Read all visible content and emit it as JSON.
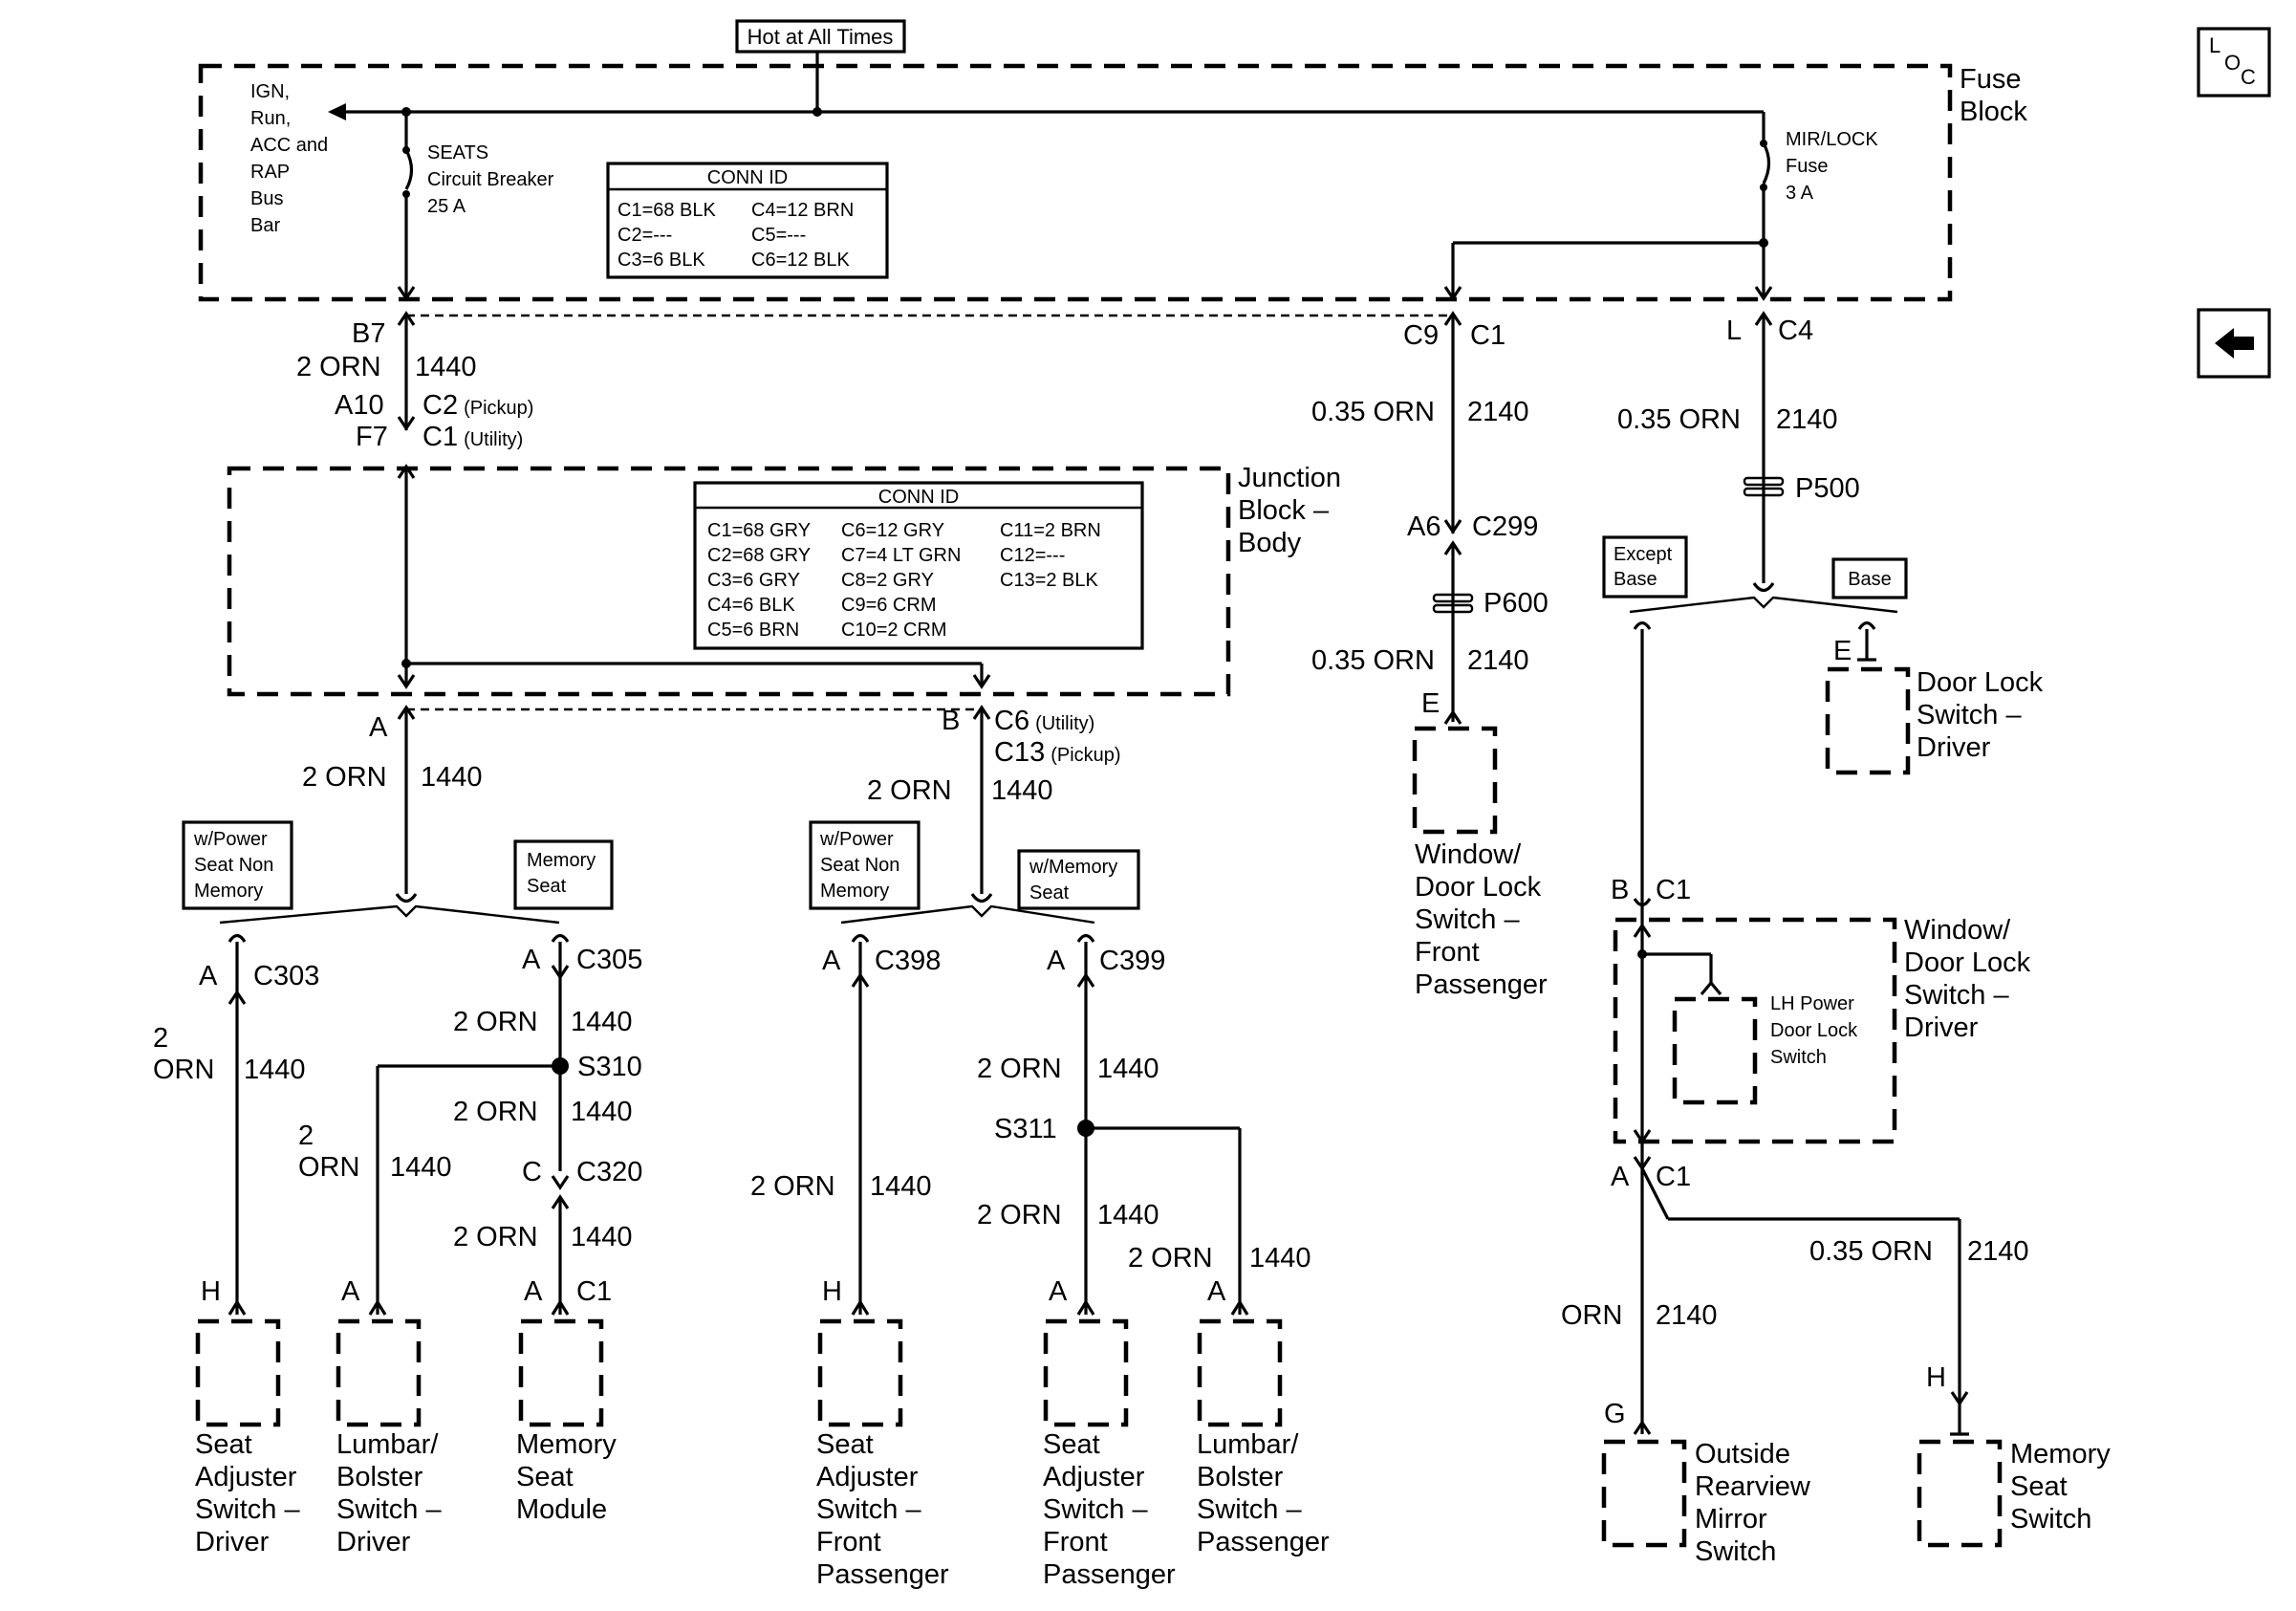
{
  "hot_label": "Hot at All Times",
  "loc_icon": "loc-icon",
  "back_icon": "back-arrow-icon",
  "fuse_block": {
    "title": [
      "Fuse",
      "Block"
    ],
    "bus": [
      "IGN,",
      "Run,",
      "ACC and",
      "RAP",
      "Bus",
      "Bar"
    ],
    "seats": [
      "SEATS",
      "Circuit Breaker",
      "25 A"
    ],
    "mirlock": [
      "MIR/LOCK",
      "Fuse",
      "3 A"
    ],
    "conn_title": "CONN ID",
    "conn": [
      [
        "C1=68 BLK",
        "C4=12 BRN"
      ],
      [
        "C2=---",
        "C5=---"
      ],
      [
        "C3=6 BLK",
        "C6=12 BLK"
      ]
    ]
  },
  "junction_block": {
    "title": [
      "Junction",
      "Block –",
      "Body"
    ],
    "conn_title": "CONN ID",
    "conn": [
      [
        "C1=68 GRY",
        "C6=12 GRY",
        "C11=2 BRN"
      ],
      [
        "C2=68 GRY",
        "C7=4 LT GRN",
        "C12=---"
      ],
      [
        "C3=6 GRY",
        "C8=2 GRY",
        "C13=2 BLK"
      ],
      [
        "C4=6 BLK",
        "C9=6 CRM",
        ""
      ],
      [
        "C5=6 BRN",
        "C10=2 CRM",
        ""
      ]
    ]
  },
  "labels": {
    "b7": "B7",
    "orn2": "2 ORN",
    "c1440": "1440",
    "a10": "A10",
    "c2": "C2",
    "pickup": "(Pickup)",
    "f7": "F7",
    "c1": "C1",
    "utility": "(Utility)",
    "a": "A",
    "b": "B",
    "c6": "C6",
    "c13": "C13",
    "c9": "C9",
    "l": "L",
    "c4": "C4",
    "orn035": "0.35 ORN",
    "c2140": "2140",
    "a6": "A6",
    "c299": "C299",
    "p600": "P600",
    "p500": "P500",
    "e": "E",
    "except_base": [
      "Except",
      "Base"
    ],
    "base": "Base",
    "c303": "C303",
    "c305": "C305",
    "s310": "S310",
    "c320": "C320",
    "c398": "C398",
    "c399": "C399",
    "s311": "S311",
    "h": "H",
    "c": "C",
    "g": "G",
    "orn": "ORN",
    "two": "2",
    "orn_only": "ORN",
    "w_power_seat": [
      "w/Power",
      "Seat Non",
      "Memory"
    ],
    "memory_seat_opt": [
      "Memory",
      "Seat"
    ],
    "w_memory_seat": [
      "w/Memory",
      "Seat"
    ]
  },
  "components": {
    "seat_adj_driver": [
      "Seat",
      "Adjuster",
      "Switch –",
      "Driver"
    ],
    "lumbar_driver": [
      "Lumbar/",
      "Bolster",
      "Switch –",
      "Driver"
    ],
    "memory_seat_module": [
      "Memory",
      "Seat",
      "Module"
    ],
    "seat_adj_front_pass_1": [
      "Seat",
      "Adjuster",
      "Switch –",
      "Front",
      "Passenger"
    ],
    "seat_adj_front_pass_2": [
      "Seat",
      "Adjuster",
      "Switch –",
      "Front",
      "Passenger"
    ],
    "lumbar_passenger": [
      "Lumbar/",
      "Bolster",
      "Switch –",
      "Passenger"
    ],
    "window_door_front_pass": [
      "Window/",
      "Door Lock",
      "Switch –",
      "Front",
      "Passenger"
    ],
    "door_lock_driver": [
      "Door Lock",
      "Switch –",
      "Driver"
    ],
    "window_door_driver": [
      "Window/",
      "Door Lock",
      "Switch –",
      "Driver"
    ],
    "lh_power_door_lock": [
      "LH Power",
      "Door Lock",
      "Switch"
    ],
    "outside_mirror": [
      "Outside",
      "Rearview",
      "Mirror",
      "Switch"
    ],
    "memory_seat_switch": [
      "Memory",
      "Seat",
      "Switch"
    ]
  }
}
